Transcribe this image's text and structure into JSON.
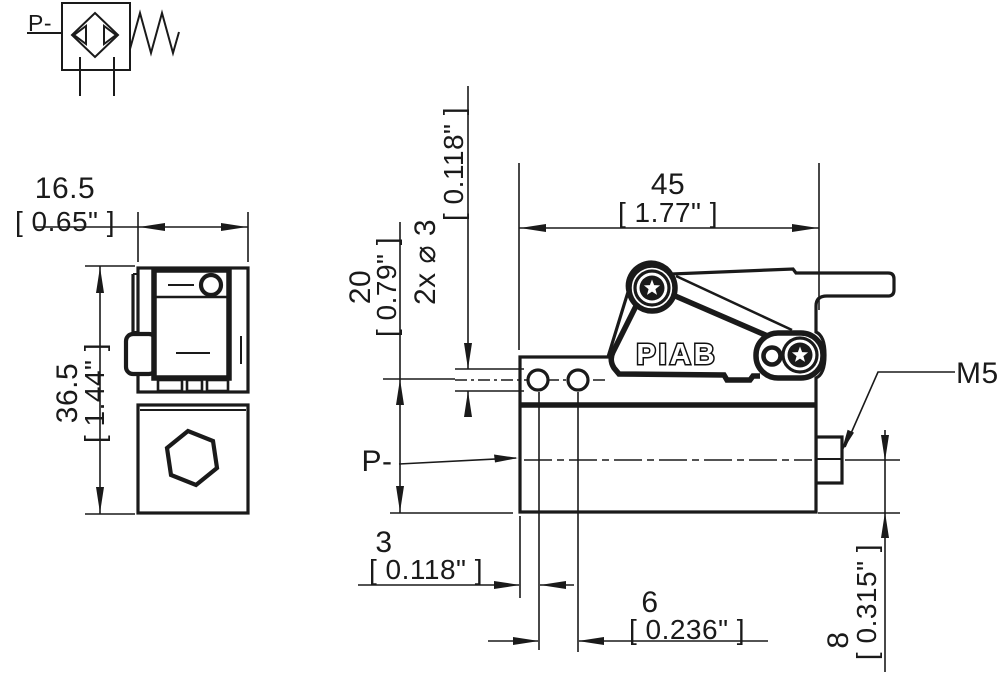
{
  "drawing": {
    "schematic": {
      "port_label": "P-"
    },
    "side_view": {
      "width_dim": {
        "mm": "16.5",
        "inch": "[ 0.65\" ]"
      },
      "height_dim": {
        "mm": "36.5",
        "inch": "[ 1.44\" ]"
      }
    },
    "front_view": {
      "logo": "PIAB",
      "port_label": "P-",
      "thread_label": "M5",
      "width_dim": {
        "mm": "45",
        "inch": "[ 1.77\" ]"
      },
      "hole_offset_dim": {
        "mm": "20",
        "inch": "[ 0.79\" ]"
      },
      "hole_dia_dim": {
        "mm": "2x ⌀  3",
        "inch": "[ 0.118\" ]"
      },
      "edge_dim": {
        "mm": "3",
        "inch": "[ 0.118\" ]"
      },
      "pitch_dim": {
        "mm": "6",
        "inch": "[ 0.236\" ]"
      },
      "port_height_dim": {
        "mm": "8",
        "inch": "[ 0.315\" ]"
      }
    }
  }
}
